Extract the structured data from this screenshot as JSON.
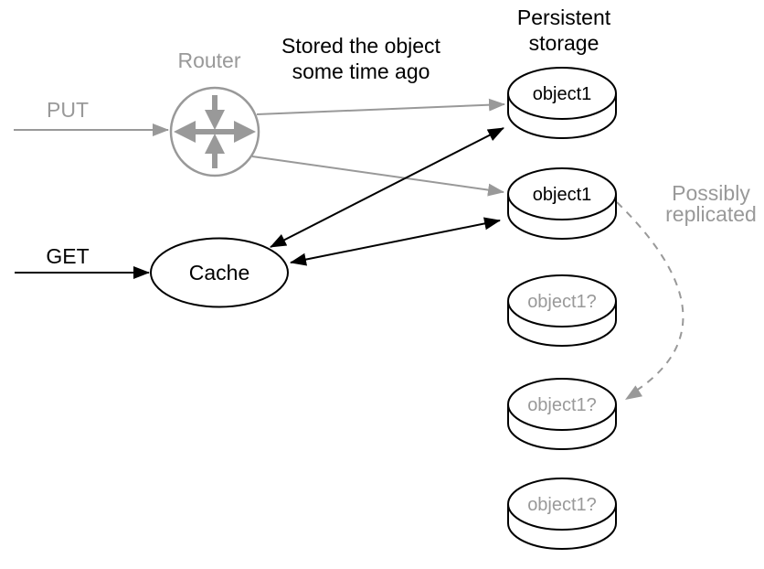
{
  "diagram": {
    "title_note": {
      "stored_line1": "Stored the object",
      "stored_line2": "some time ago"
    },
    "storage_title": {
      "line1": "Persistent",
      "line2": "storage"
    },
    "replication_note": {
      "line1": "Possibly",
      "line2": "replicated"
    },
    "nodes": {
      "router_label": "Router",
      "cache_label": "Cache"
    },
    "edges": {
      "put_label": "PUT",
      "get_label": "GET"
    },
    "disks": [
      {
        "label": "object1",
        "state": "stored"
      },
      {
        "label": "object1",
        "state": "stored"
      },
      {
        "label": "object1?",
        "state": "uncertain"
      },
      {
        "label": "object1?",
        "state": "uncertain"
      },
      {
        "label": "object1?",
        "state": "uncertain"
      }
    ],
    "icons": {
      "router": "router-crossed-arrows-icon",
      "disk": "database-cylinder-icon"
    },
    "colors": {
      "primary": "#000000",
      "secondary": "#999999",
      "background": "#ffffff"
    }
  }
}
